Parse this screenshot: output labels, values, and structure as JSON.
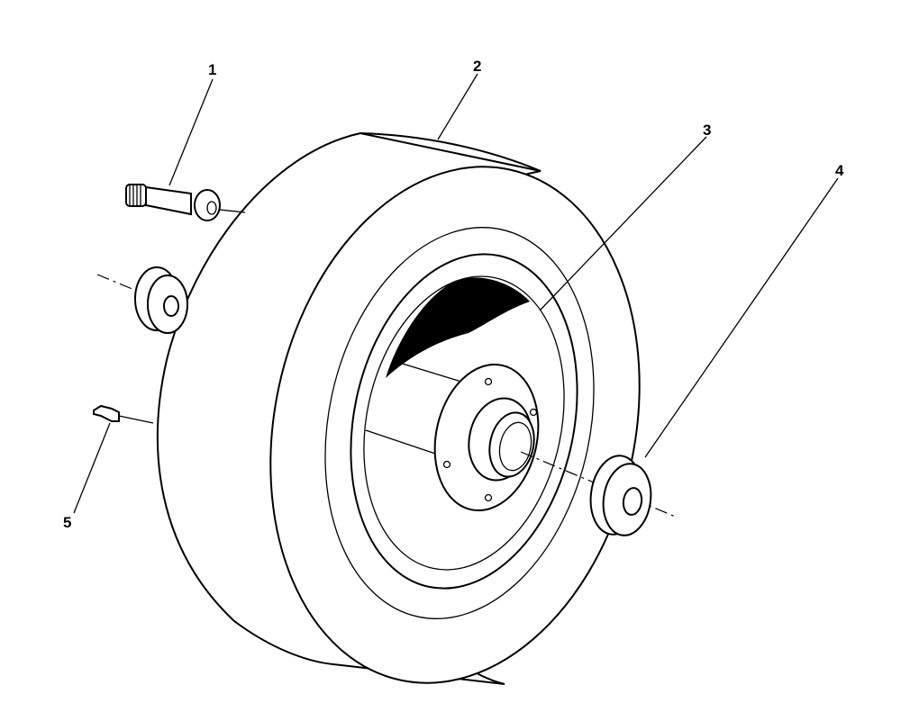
{
  "callouts": [
    {
      "id": "1",
      "label": "1"
    },
    {
      "id": "2",
      "label": "2"
    },
    {
      "id": "3",
      "label": "3"
    },
    {
      "id": "4",
      "label": "4"
    },
    {
      "id": "5",
      "label": "5"
    }
  ],
  "parts": [
    {
      "callout": "1",
      "name": "valve-stem"
    },
    {
      "callout": "2",
      "name": "tire"
    },
    {
      "callout": "3",
      "name": "wheel-rim-hub"
    },
    {
      "callout": "4",
      "name": "bearing-spacer"
    },
    {
      "callout": "5",
      "name": "grease-fitting"
    }
  ]
}
